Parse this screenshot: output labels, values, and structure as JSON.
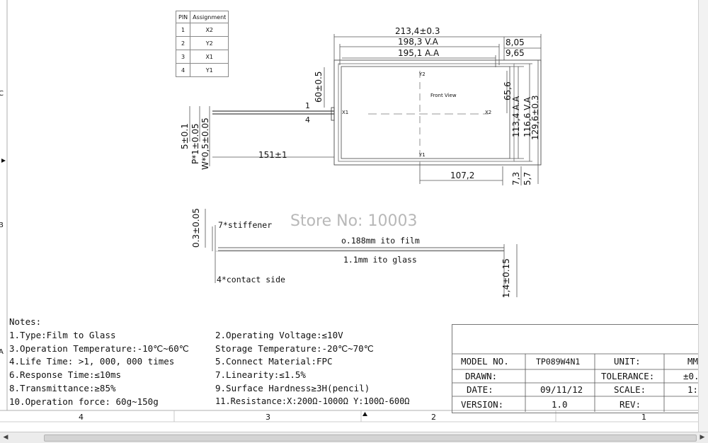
{
  "pin_table": {
    "headers": [
      "PIN",
      "Assignment"
    ],
    "rows": [
      [
        "1",
        "X2"
      ],
      [
        "2",
        "Y2"
      ],
      [
        "3",
        "X1"
      ],
      [
        "4",
        "Y1"
      ]
    ]
  },
  "top_view": {
    "dims": {
      "overall_width": "213,4±0.3",
      "va_width": "198,3 V.A",
      "aa_width": "195,1 A.A",
      "right_offset_1": "8,05",
      "right_offset_2": "9,65",
      "fpc_height": "60±0.5",
      "fpc_length": "151±1",
      "fpc_width": "5±0.1",
      "pitch": "P*1±0.05",
      "pin_width": "W*0,5±0.05",
      "aa_height": "113,4 A.A",
      "va_height": "116,6 V.A",
      "overall_height": "129,6±0.3",
      "top_offset": "65,6",
      "center_offset": "107,2",
      "bottom_offset_1": "7,3",
      "bottom_offset_2": "5,7"
    },
    "labels": {
      "front_view": "Front View",
      "x1": "X1",
      "x2": "X2",
      "y1": "Y1",
      "y2": "Y2",
      "pin1": "1",
      "pin4": "4"
    }
  },
  "side_view": {
    "stiffener_thickness": "0.3±0.05",
    "stiffener": "7*stiffener",
    "film": "o.188mm ito film",
    "glass": "1.1mm ito glass",
    "contact": "4*contact side",
    "total_thickness": "1,4±0.15"
  },
  "watermark": "Store No: 10003",
  "notes": {
    "heading": "Notes:",
    "left": [
      "1.Type:Film to Glass",
      "3.Operation Temperature:-10℃~60℃",
      "4.Life Time: >1, 000, 000 times",
      "6.Response Time:≤10ms",
      "8.Transmittance:≥85%",
      "10.Operation force: 60g~150g"
    ],
    "right": [
      "2.Operating Voltage:≤10V",
      "Storage Temperature:-20℃~70℃",
      "5.Connect Material:FPC",
      "7.Linearity:≤1.5%",
      "9.Surface Hardness≥3H(pencil)",
      "11.Resistance:X:200Ω-1000Ω  Y:100Ω-600Ω"
    ]
  },
  "title_block": {
    "rows": [
      {
        "label": "MODEL NO.",
        "value": "TP089W4N1",
        "label2": "UNIT:",
        "value2": "MM"
      },
      {
        "label": "DRAWN:",
        "value": "",
        "label2": "TOLERANCE:",
        "value2": "±0."
      },
      {
        "label": "DATE:",
        "value": "09/11/12",
        "label2": "SCALE:",
        "value2": "1:"
      },
      {
        "label": "VERSION:",
        "value": "1.0",
        "label2": "REV:",
        "value2": ""
      }
    ]
  },
  "frame": {
    "bottom_zones": [
      "4",
      "3",
      "2",
      "1"
    ],
    "left_zones": [
      "C",
      "B",
      "A"
    ]
  }
}
